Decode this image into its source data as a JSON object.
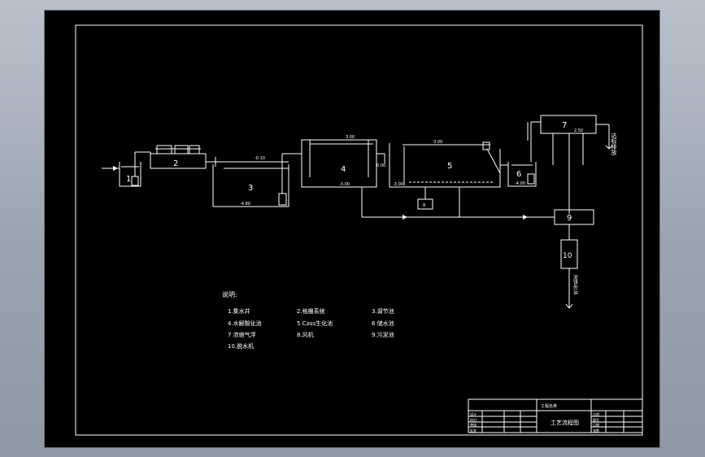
{
  "diagram": {
    "units": [
      {
        "id": "u1",
        "label": "1"
      },
      {
        "id": "u2",
        "label": "2"
      },
      {
        "id": "u3",
        "label": "3"
      },
      {
        "id": "u4",
        "label": "4"
      },
      {
        "id": "u5",
        "label": "5"
      },
      {
        "id": "u6",
        "label": "6"
      },
      {
        "id": "u7",
        "label": "7"
      },
      {
        "id": "u8",
        "label": "8"
      },
      {
        "id": "u9",
        "label": "9"
      },
      {
        "id": "u10",
        "label": "10"
      }
    ],
    "elevations": {
      "e_pipe_2_3": "-0.10",
      "e_tank3_bottom": "-4.80",
      "e_tank4_top": "3.00",
      "e_tank4_bottom": "-3.00",
      "e_tank4_side": "0.00",
      "e_tank5_top": "3.00",
      "e_tank5_bottom": "-3.00",
      "e_tank6_bottom": "-4.00",
      "e_unit7": "2.50"
    },
    "sludge_label": "泥饼外运",
    "outlet_label": "达标排放"
  },
  "notes": {
    "title": "说明:",
    "items": [
      "1.集水井",
      "2.格栅系统",
      "3.调节池",
      "4.水解酸化池",
      "5 Cass生化池",
      "6 储水池",
      "7 浓缩气浮",
      "8.风机",
      "9.污泥池",
      "10.脱水机"
    ]
  },
  "title_block": {
    "drawing_title": "工艺流程图",
    "project": "工程名称",
    "cells": [
      "设计",
      "校对",
      "审核",
      "批准",
      "比例",
      "图号",
      "日期",
      "张数"
    ]
  }
}
